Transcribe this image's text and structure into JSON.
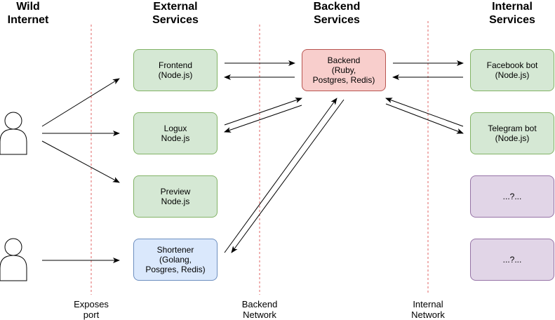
{
  "headers": {
    "wild_internet": "Wild\nInternet",
    "external_services": "External\nServices",
    "backend_services": "Backend\nServices",
    "internal_services": "Internal\nServices"
  },
  "footers": {
    "exposes_port": "Exposes\nport",
    "backend_network": "Backend\nNetwork",
    "internal_network": "Internal\nNetwork"
  },
  "nodes": {
    "frontend": "Frontend\n(Node.js)",
    "logux": "Logux\nNode.js",
    "preview": "Preview\nNode.js",
    "shortener": "Shortener\n(Golang,\nPosgres, Redis)",
    "backend": "Backend\n(Ruby,\nPostgres, Redis)",
    "facebook_bot": "Facebook bot\n(Node.js)",
    "telegram_bot": "Telegram bot\n(Node.js)",
    "unknown_1": "...?...",
    "unknown_2": "...?..."
  },
  "colors": {
    "external_fill": "#d5e8d4",
    "backend_fill": "#f8cecc",
    "shortener_fill": "#dae8fc",
    "unknown_fill": "#e1d5e7",
    "divider": "#e06666"
  }
}
